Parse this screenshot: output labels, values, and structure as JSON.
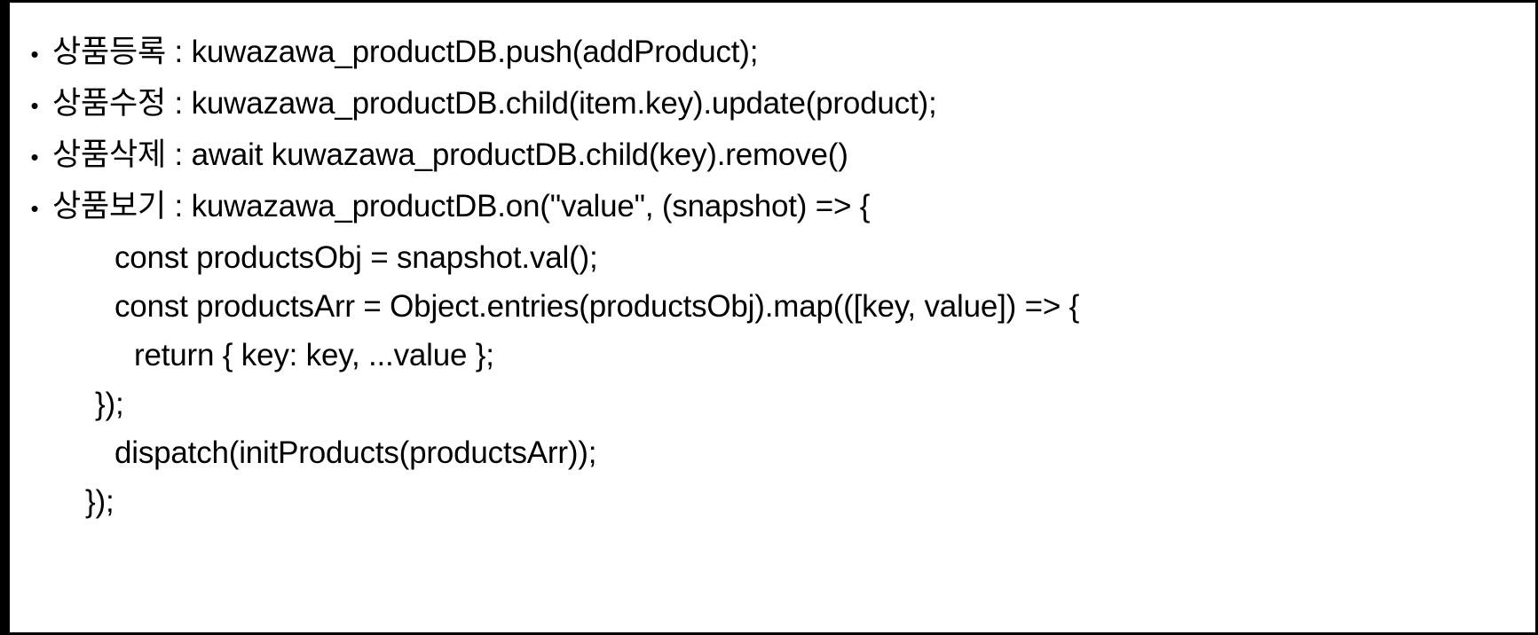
{
  "slide": {
    "border_color": "#000000",
    "background_color": "#ffffff",
    "text_color": "#000000",
    "bullet_glyph": "•"
  },
  "bullets": [
    {
      "label": "상품등록",
      "separator": " : ",
      "code": "kuwazawa_productDB.push(addProduct);",
      "full": "상품등록 : kuwazawa_productDB.push(addProduct);"
    },
    {
      "label": "상품수정",
      "separator": " : ",
      "code": "kuwazawa_productDB.child(item.key).update(product);",
      "full": "상품수정 : kuwazawa_productDB.child(item.key).update(product);"
    },
    {
      "label": "상품삭제",
      "separator": " : ",
      "code": "await kuwazawa_productDB.child(key).remove()",
      "full": "상품삭제 : await kuwazawa_productDB.child(key).remove()"
    },
    {
      "label": "상품보기",
      "separator": " : ",
      "code": "kuwazawa_productDB.on(\"value\", (snapshot) => {",
      "full": "상품보기 : kuwazawa_productDB.on(\"value\", (snapshot) => {"
    }
  ],
  "code_block": [
    {
      "indent": "indent-1",
      "text": "const productsObj = snapshot.val();"
    },
    {
      "indent": "indent-1",
      "text": "const productsArr = Object.entries(productsObj).map(([key, value]) => {"
    },
    {
      "indent": "indent-2",
      "text": "return { key: key, ...value };"
    },
    {
      "indent": "indent-3",
      "text": "});"
    },
    {
      "indent": "indent-1",
      "text": "dispatch(initProducts(productsArr));"
    },
    {
      "indent": "indent-4",
      "text": "});"
    }
  ]
}
